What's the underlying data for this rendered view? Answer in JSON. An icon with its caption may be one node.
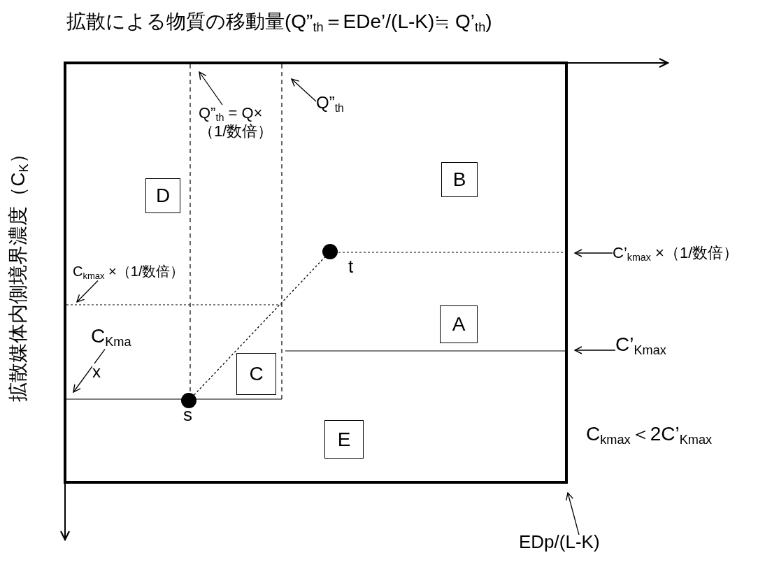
{
  "diagram": {
    "nodes": [
      {
        "text": [
          "D"
        ]
      },
      {
        "text": [
          "B"
        ]
      },
      {
        "text": [
          "A"
        ]
      },
      {
        "text": [
          "C"
        ]
      },
      {
        "text": [
          "E"
        ]
      },
      {
        "text": [],
        "shape": "circle",
        "beside": [
          "s"
        ]
      },
      {
        "text": [],
        "shape": "circle",
        "beside": [
          "t"
        ]
      },
      {
        "text": [
          "Q”$_{th}$ = Q×（1/数倍）"
        ]
      },
      {
        "text": [
          "Q”$_{th}$"
        ]
      },
      {
        "text": [
          "C$_{kmax}$ ×（1/数倍）"
        ]
      },
      {
        "text": [
          "C$_{Kma}$"
        ]
      },
      {
        "text": [
          "C’$_{kmax}$ ×（1/数倍）"
        ]
      },
      {
        "text": [
          "C’$_{Kmax}$"
        ]
      },
      {
        "text": [
          "EDp/(L-K)"
        ]
      }
    ],
    "edges": [
      {
        "from": 5,
        "to": 6,
        "arrow": "none",
        "style": "dashed"
      },
      {
        "from": 7,
        "to": null,
        "arrow": "to"
      },
      {
        "from": 8,
        "to": null,
        "arrow": "to"
      },
      {
        "from": 9,
        "to": null,
        "arrow": "to"
      },
      {
        "from": 10,
        "to": null,
        "arrow": "to",
        "label": "x"
      },
      {
        "from": 11,
        "to": null,
        "arrow": "to"
      },
      {
        "from": 12,
        "to": null,
        "arrow": "to"
      },
      {
        "from": 13,
        "to": null,
        "arrow": "to"
      }
    ],
    "labels": [
      "拡散による物質の移動量(Q”$_{th}$＝EDe’/(L-K)≒ Q’$_{th}$)",
      "拡散媒体内側境界濃度（C$_{K}$）",
      "C$_{kmax}$＜2C’$_{Kmax}$"
    ]
  }
}
